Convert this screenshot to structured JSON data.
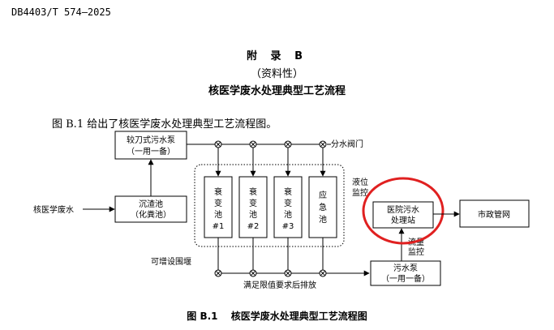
{
  "doc_id": "DB4403/T 574—2025",
  "appendix": {
    "title": "附 录 B",
    "nature": "（资料性）",
    "heading": "核医学废水处理典型工艺流程"
  },
  "intro": "图 B.1 给出了核医学废水处理典型工艺流程图。",
  "caption": "图 B.1　 核医学废水处理典型工艺流程图",
  "diagram": {
    "pump_top": [
      "较刀式污水泵",
      "（一用一备）"
    ],
    "sediment": [
      "沉渣池",
      "（化粪池）"
    ],
    "input_label": "核医学废水",
    "tanks": [
      {
        "chars": [
          "衰",
          "变",
          "池",
          "#1"
        ]
      },
      {
        "chars": [
          "衰",
          "变",
          "池",
          "#2"
        ]
      },
      {
        "chars": [
          "衰",
          "变",
          "池",
          "#3"
        ]
      },
      {
        "chars": [
          "应",
          "急",
          "池"
        ]
      }
    ],
    "valve_label": "分水阀门",
    "level_monitor": [
      "液位",
      "监控"
    ],
    "weir_label": "可增设围堰",
    "discharge_label": "满足限值要求后排放",
    "pump_bottom": [
      "污水泵",
      "（一用一备）"
    ],
    "flow_monitor": [
      "流量",
      "监控"
    ],
    "station": [
      "医院污水",
      "处理站"
    ],
    "municipal": "市政管网",
    "highlight_color": "#e02020"
  }
}
